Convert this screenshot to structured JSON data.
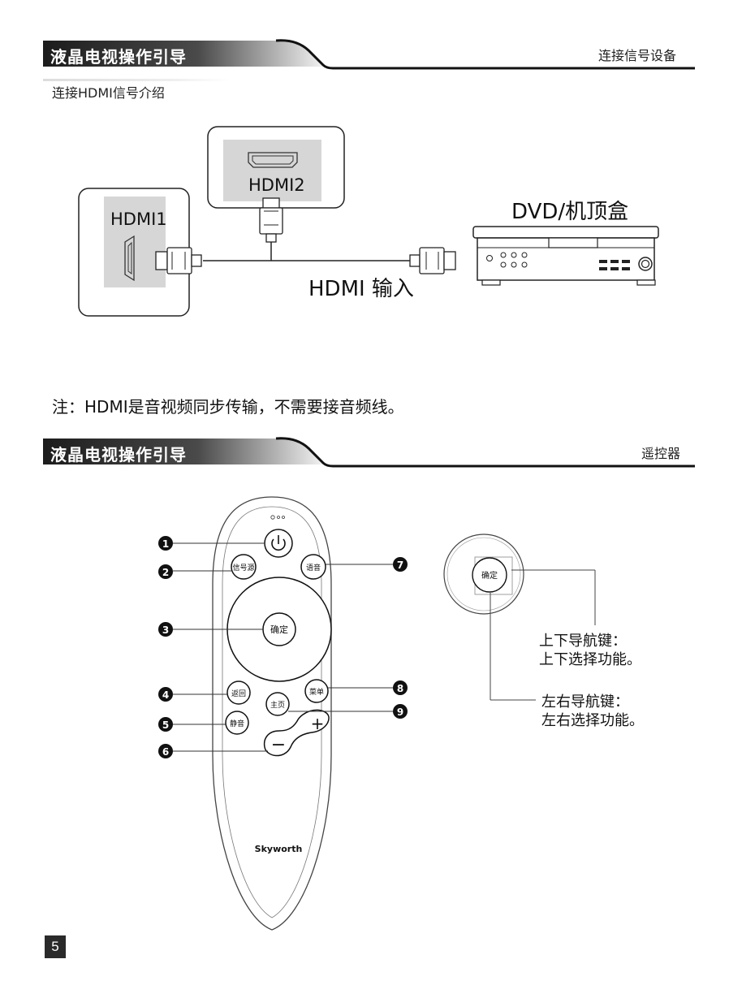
{
  "section1": {
    "header_title": "液晶电视操作引导",
    "header_right": "连接信号设备",
    "subtitle": "连接HDMI信号介绍"
  },
  "diagram1": {
    "hdmi1_label": "HDMI1",
    "hdmi2_label": "HDMI2",
    "device_label": "DVD/机顶盒",
    "cable_label": "HDMI 输入"
  },
  "note": "注：HDMI是音视频同步传输，不需要接音频线。",
  "section2": {
    "header_title": "液晶电视操作引导",
    "header_right": "遥控器"
  },
  "remote": {
    "buttons": {
      "source": "信号源",
      "voice": "语音",
      "ok": "确定",
      "back": "返回",
      "menu": "菜单",
      "home": "主页",
      "mute": "静音",
      "vol_plus": "+",
      "vol_minus": "−"
    },
    "brand": "Skyworth",
    "callout_numbers": [
      "1",
      "2",
      "3",
      "4",
      "5",
      "6",
      "7",
      "8",
      "9"
    ]
  },
  "nav_detail": {
    "ok_label": "确定",
    "updown_title": "上下导航键：",
    "updown_desc": "上下选择功能。",
    "leftright_title": "左右导航键：",
    "leftright_desc": "左右选择功能。"
  },
  "page_number": "5",
  "colors": {
    "header_dark": "#1c1c1c",
    "header_grad_end": "#ffffff",
    "subtitle_bg": "#e6e6e6",
    "panel_gray": "#d9d9d9"
  }
}
